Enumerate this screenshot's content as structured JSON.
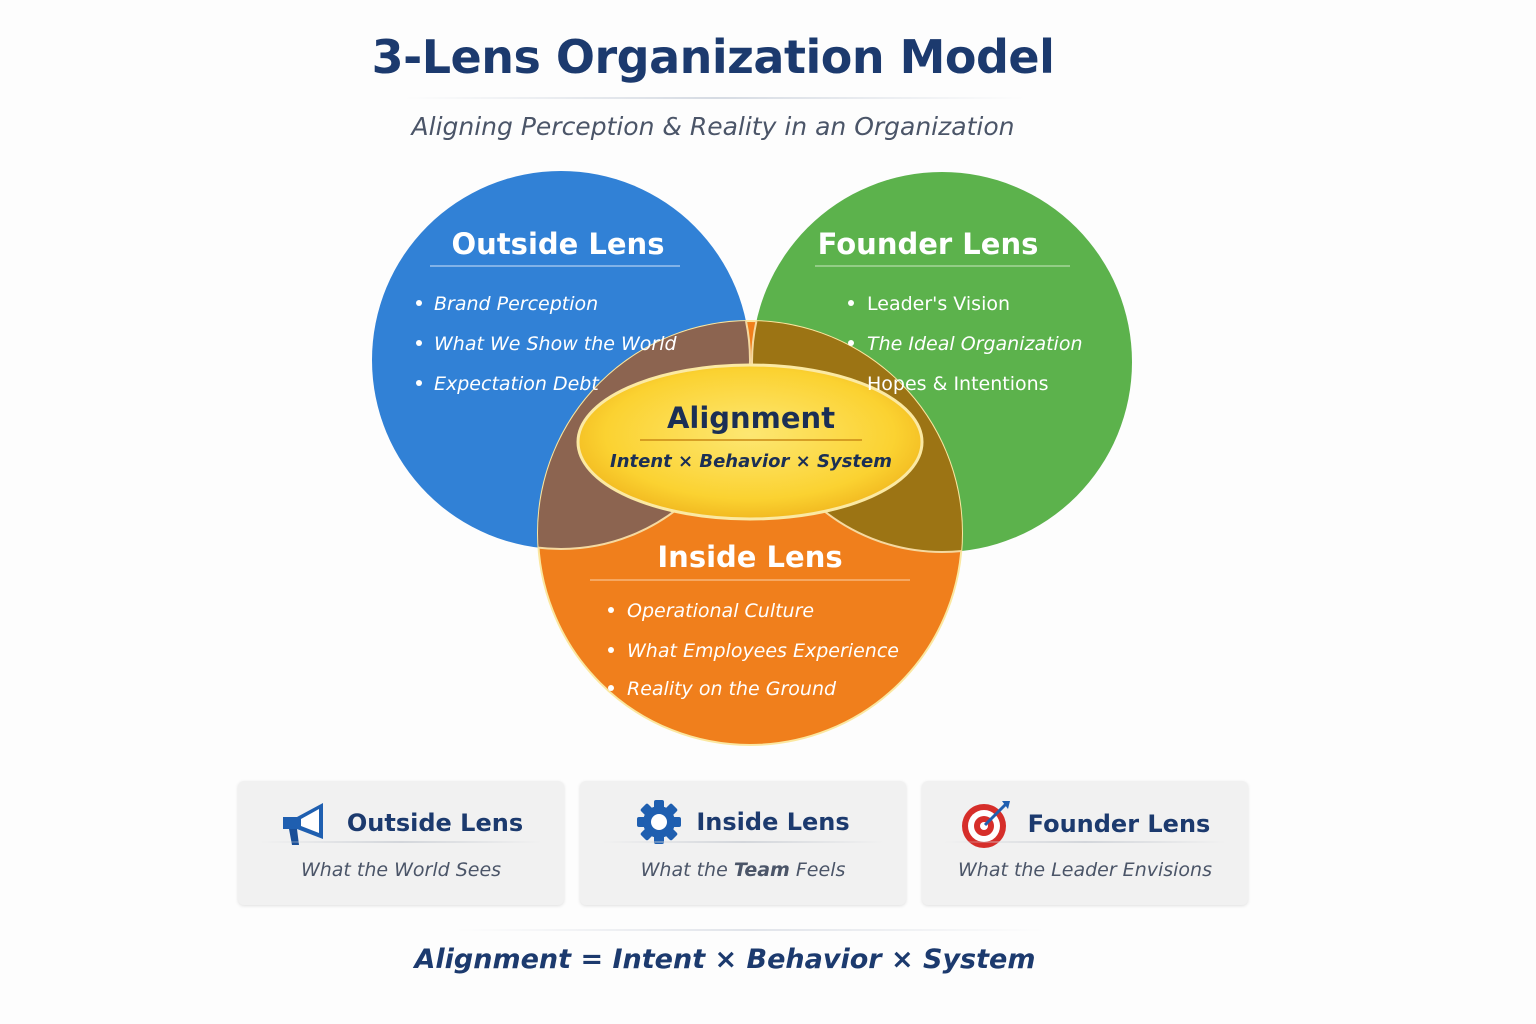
{
  "header": {
    "title": "3-Lens Organization Model",
    "subtitle": "Aligning Perception & Reality in an Organization"
  },
  "venn": {
    "outside": {
      "title": "Outside Lens",
      "items": [
        "Brand Perception",
        "What We Show the World",
        "Expectation Debt"
      ],
      "color": "#3181d6"
    },
    "founder": {
      "title": "Founder Lens",
      "items": [
        "Leader's Vision",
        "The Ideal Organization",
        "Hopes & Intentions"
      ],
      "color": "#5cb24c"
    },
    "inside": {
      "title": "Inside Lens",
      "items": [
        "Operational Culture",
        "What Employees Experience",
        "Reality on the Ground"
      ],
      "color": "#f07f1c"
    },
    "center": {
      "title": "Alignment",
      "subtitle": "Intent × Behavior × System",
      "color": "#fbd231"
    }
  },
  "cards": [
    {
      "title": "Outside Lens",
      "subtitle": "What the World Sees",
      "icon": "megaphone-icon"
    },
    {
      "title": "Inside Lens",
      "subtitle_pre": "What the ",
      "subtitle_em": "Team",
      "subtitle_post": " Feels",
      "icon": "gear-icon"
    },
    {
      "title": "Founder Lens",
      "subtitle": "What the Leader Envisions",
      "icon": "target-icon"
    }
  ],
  "footer": {
    "formula": "Alignment = Intent × Behavior × System"
  }
}
